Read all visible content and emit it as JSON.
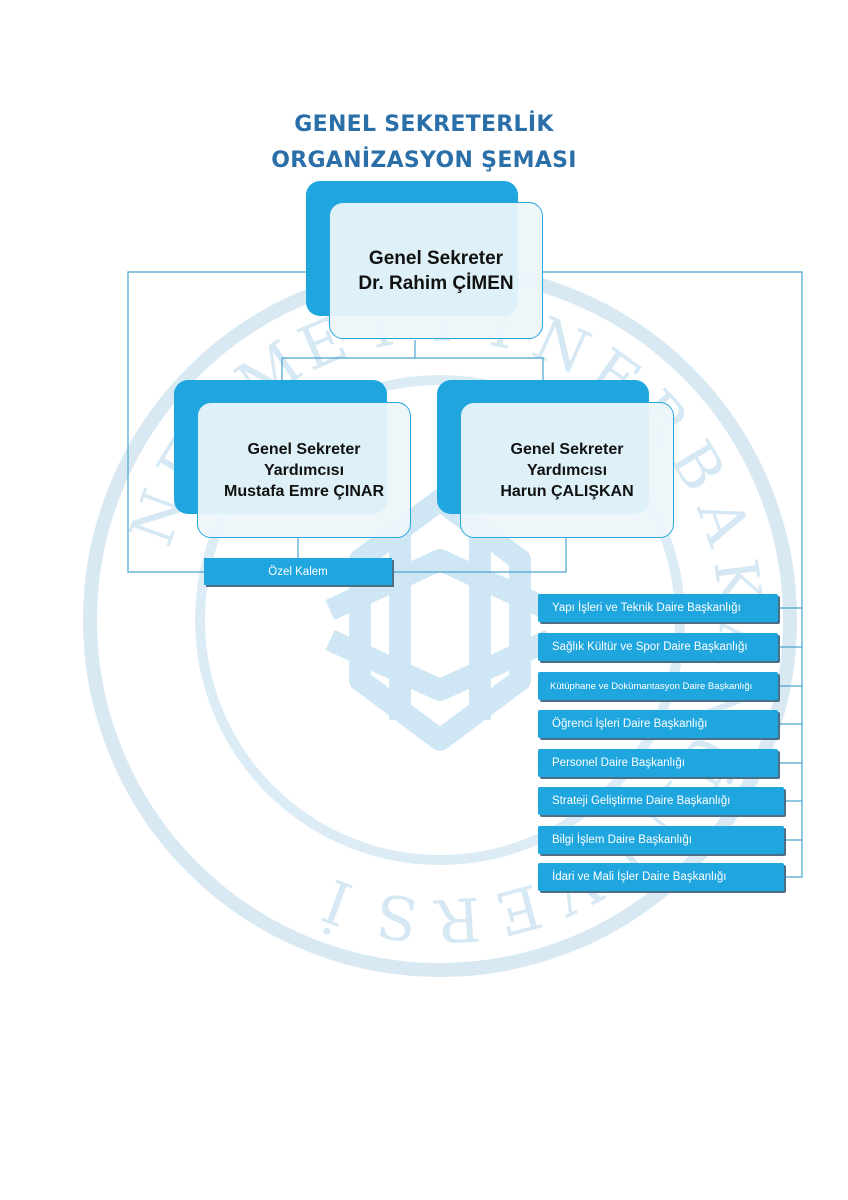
{
  "title": {
    "line1": "GENEL SEKRETERLİK",
    "line2": "ORGANİZASYON ŞEMASI"
  },
  "watermark_letters": [
    "N",
    "E",
    "C",
    "M",
    "E",
    "T",
    "T",
    "İ",
    "N",
    "E",
    "R",
    "B",
    "A",
    "K",
    "A",
    "N",
    "Ü",
    "N",
    "İ",
    "V",
    "E",
    "R",
    "S",
    "İ"
  ],
  "secretary": {
    "role": "Genel Sekreter",
    "name": "Dr. Rahim ÇİMEN"
  },
  "deputies": [
    {
      "role_line1": "Genel Sekreter",
      "role_line2": "Yardımcısı",
      "name": "Mustafa Emre ÇINAR"
    },
    {
      "role_line1": "Genel Sekreter",
      "role_line2": "Yardımcısı",
      "name": "Harun ÇALIŞKAN"
    }
  ],
  "private_office": "Özel Kalem",
  "departments": [
    "Yapı İşleri ve Teknik Daire Başkanlığı",
    "Sağlık Kültür ve Spor Daire Başkanlığı",
    "Kütüphane ve Dokümantasyon Daire Başkanlığı",
    "Öğrenci İşleri Daire Başkanlığı",
    "Personel Daire Başkanlığı",
    "Strateji Geliştirme Daire Başkanlığı",
    "Bilgi İşlem Daire Başkanlığı",
    "İdari ve Mali İşler Daire Başkanlığı"
  ],
  "colors": {
    "title": "#2a6fa8",
    "box": "#1fa6df",
    "line": "#4aa3d0",
    "watermark": "#d3e7f3"
  }
}
